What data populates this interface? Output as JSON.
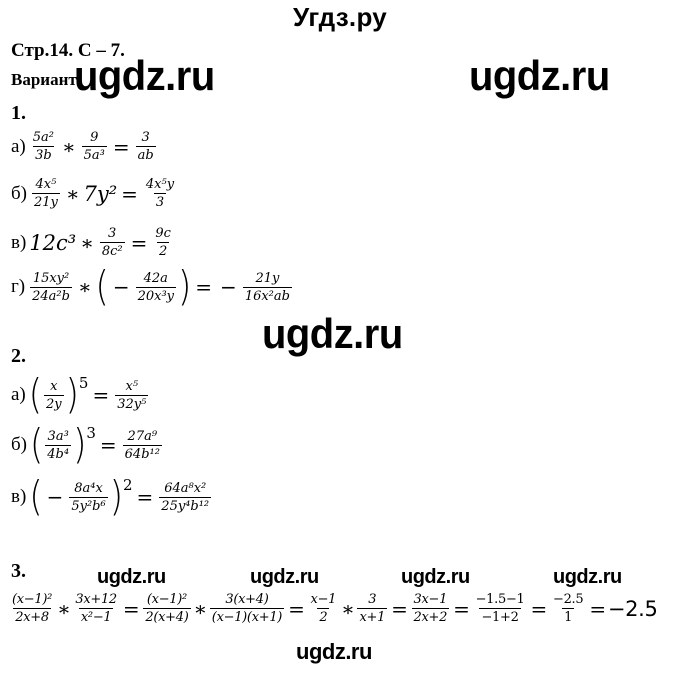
{
  "site_title": "Угдз.ру",
  "header": {
    "page_ref": "Стр.14. С – 7.",
    "variant": "Вариант"
  },
  "watermarks": [
    "ugdz.ru",
    "ugdz.ru",
    "ugdz.ru",
    "ugdz.ru",
    "ugdz.ru",
    "ugdz.ru",
    "ugdz.ru",
    "ugdz.ru"
  ],
  "task1": {
    "number": "1.",
    "a": {
      "label": "а)",
      "f1n": "5a²",
      "f1d": "3b",
      "op": "∗",
      "f2n": "9",
      "f2d": "5a³",
      "eq": "=",
      "rn": "3",
      "rd": "ab"
    },
    "b": {
      "label": "б)",
      "f1n": "4x⁵",
      "f1d": "21y",
      "op": "∗",
      "t2": "7y²",
      "eq": "=",
      "rn": "4x⁵y",
      "rd": "3"
    },
    "v": {
      "label": "в)",
      "t1": "12c³",
      "op": "∗",
      "f2n": "3",
      "f2d": "8c²",
      "eq": "=",
      "rn": "9c",
      "rd": "2"
    },
    "g": {
      "label": "г)",
      "f1n": "15xy²",
      "f1d": "24a²b",
      "op": "∗",
      "lp": "(",
      "minus": "−",
      "f2n": "42a",
      "f2d": "20x³y",
      "rp": ")",
      "eq": "=",
      "rminus": "−",
      "rn": "21y",
      "rd": "16x²ab"
    }
  },
  "task2": {
    "number": "2.",
    "a": {
      "label": "а)",
      "lp": "(",
      "fn": "x",
      "fd": "2y",
      "rp": ")",
      "pow": "5",
      "eq": "=",
      "rn": "x⁵",
      "rd": "32y⁵"
    },
    "b": {
      "label": "б)",
      "lp": "(",
      "fn": "3a³",
      "fd": "4b⁴",
      "rp": ")",
      "pow": "3",
      "eq": "=",
      "rn": "27a⁹",
      "rd": "64b¹²"
    },
    "v": {
      "label": "в)",
      "lp": "(",
      "minus": "−",
      "fn": "8a⁴x",
      "fd": "5y²b⁶",
      "rp": ")",
      "pow": "2",
      "eq": "=",
      "rn": "64a⁸x²",
      "rd": "25y⁴b¹²"
    }
  },
  "task3": {
    "number": "3.",
    "f1n": "(x−1)²",
    "f1d": "2x+8",
    "op1": "∗",
    "f2n": "3x+12",
    "f2d": "x²−1",
    "eq1": "=",
    "f3n": "(x−1)²",
    "f3d": "2(x+4)",
    "op2": "∗",
    "f4n": "3(x+4)",
    "f4d": "(x−1)(x+1)",
    "eq2": "=",
    "f5n": "x−1",
    "f5d": "2",
    "op3": "∗",
    "f6n": "3",
    "f6d": "x+1",
    "eq3": "=",
    "f7n": "3x−1",
    "f7d": "2x+2",
    "eq4": "=",
    "f8n": "−1.5−1",
    "f8d": "−1+2",
    "eq5": "=",
    "f9n": "−2.5",
    "f9d": "1",
    "eq6": "=",
    "result": "−2.5"
  }
}
